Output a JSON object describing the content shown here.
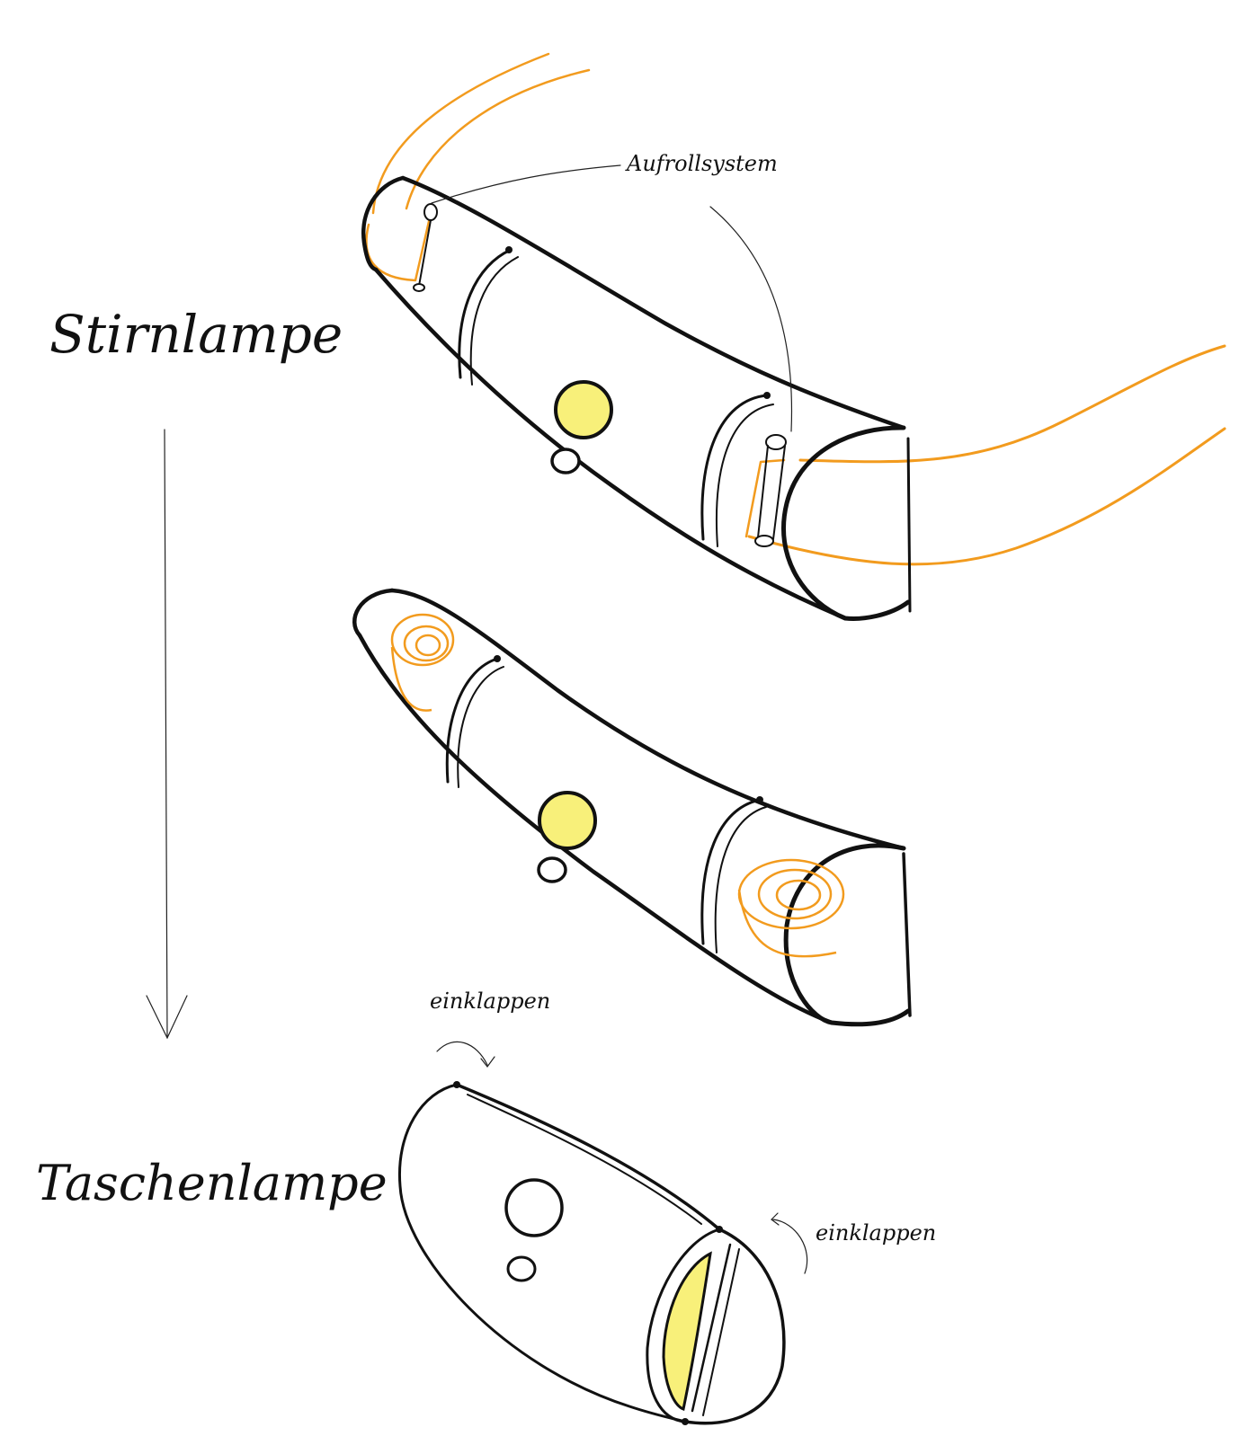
{
  "labels": {
    "headlamp": "Stirnlampe",
    "flashlight": "Taschenlampe",
    "retract_system": "Aufrollsystem",
    "fold_in_left": "einklappen",
    "fold_in_right": "einklappen"
  },
  "colors": {
    "ink": "#111111",
    "strap": "#f29b1e",
    "lamp": "#f8f07a",
    "background": "#ffffff"
  },
  "icons": {
    "transition_arrow": "down-arrow"
  }
}
